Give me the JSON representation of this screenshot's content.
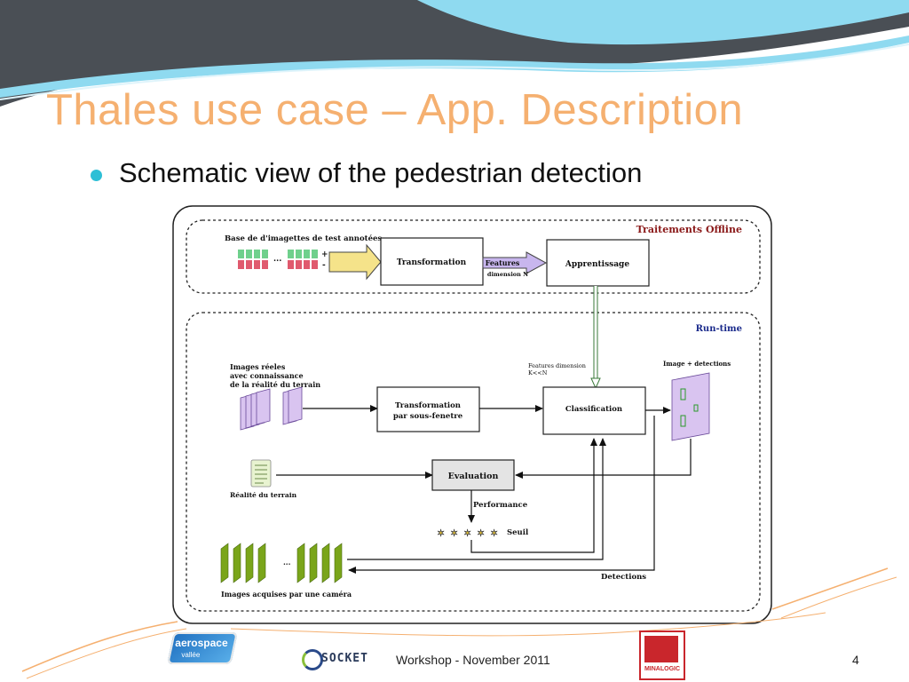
{
  "slide": {
    "title": "Thales use case – App. Description",
    "bullet": "Schematic view of the pedestrian detection",
    "footer": "Workshop - November 2011",
    "page_number": "4"
  },
  "logos": {
    "aerospace": {
      "line1": "aerospace",
      "line2": "vallée"
    },
    "socket": "SOCKET",
    "minalogic": "MINALOGIC"
  },
  "diagram": {
    "offline": {
      "section_label": "Traitements Offline",
      "dataset_label": "Base de d'imagettes de test annotées",
      "plus": "+",
      "minus": "-",
      "dots": "...",
      "transformation": "Transformation",
      "features": "Features",
      "dimension_n": "dimension N",
      "apprentissage": "Apprentissage"
    },
    "runtime": {
      "section_label": "Run-time",
      "images_reelles": [
        "Images réeles",
        "avec connaissance",
        "de la réalité du terrain"
      ],
      "transformation_sf": [
        "Transformation",
        "par sous-fenetre"
      ],
      "features_k": [
        "Features dimension",
        "K<<N"
      ],
      "classification": "Classification",
      "image_detections": "Image + detections",
      "realite_terrain": "Réalité du terrain",
      "evaluation": "Evaluation",
      "performance": "Performance",
      "seuil": "Seuil",
      "detections": "Detections",
      "images_camera": "Images acquises par une caméra",
      "dots": "..."
    }
  },
  "colors": {
    "title": "#f5b070",
    "bullet": "#2dbfd6",
    "offline_label": "#8b1a1a",
    "runtime_label": "#1a2a8b",
    "green_tiles": "#6fd08c",
    "red_tiles": "#e05a6e",
    "purple": "#c8a8e8",
    "camera_frames": "#7aa51a",
    "arrow_yellow": "#f5e38a",
    "arrow_purple": "#c8b6ee"
  }
}
